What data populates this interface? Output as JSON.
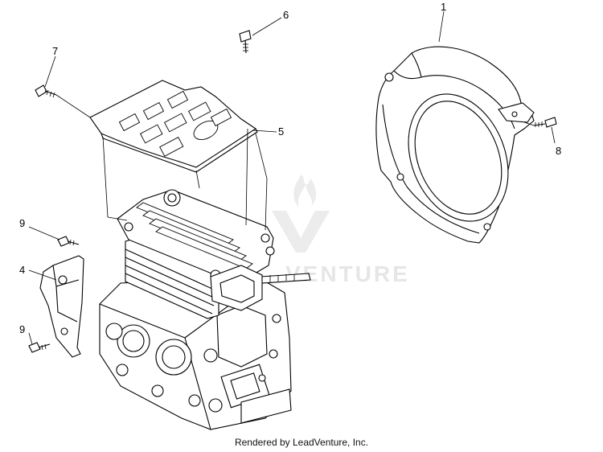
{
  "callouts": [
    {
      "number": "1"
    },
    {
      "number": "4"
    },
    {
      "number": "5"
    },
    {
      "number": "6"
    },
    {
      "number": "7"
    },
    {
      "number": "8"
    },
    {
      "number": "9"
    },
    {
      "number": "9"
    }
  ],
  "watermark": {
    "text": "VENTURE"
  },
  "footer": {
    "text": "Rendered by LeadVenture, Inc."
  }
}
